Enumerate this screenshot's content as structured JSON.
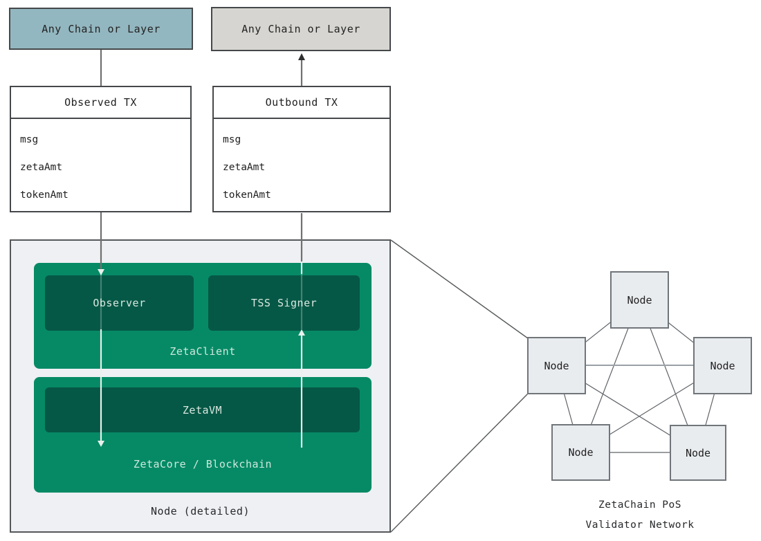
{
  "chains": {
    "source_label": "Any Chain or Layer",
    "destination_label": "Any Chain or Layer"
  },
  "observed_tx": {
    "title": "Observed TX",
    "fields": [
      "msg",
      "zetaAmt",
      "tokenAmt"
    ]
  },
  "outbound_tx": {
    "title": "Outbound TX",
    "fields": [
      "msg",
      "zetaAmt",
      "tokenAmt"
    ]
  },
  "node_detail": {
    "caption": "Node (detailed)",
    "zetaclient_label": "ZetaClient",
    "observer_label": "Observer",
    "tss_signer_label": "TSS Signer",
    "zetacore_label": "ZetaCore / Blockchain",
    "zetavm_label": "ZetaVM"
  },
  "validator_network": {
    "caption_line1": "ZetaChain PoS",
    "caption_line2": "Validator Network",
    "nodes": [
      "Node",
      "Node",
      "Node",
      "Node",
      "Node"
    ]
  },
  "colors": {
    "source_chain_fill": "#93b7c0",
    "destination_chain_fill": "#d6d5d1",
    "green": "#068a66",
    "dark_green": "#065846",
    "panel_fill": "#eef0f3",
    "node_fill": "#e9ecef",
    "box_border": "#45484a",
    "connector_gray": "#707070",
    "arrow_white": "#e8f1ec"
  }
}
